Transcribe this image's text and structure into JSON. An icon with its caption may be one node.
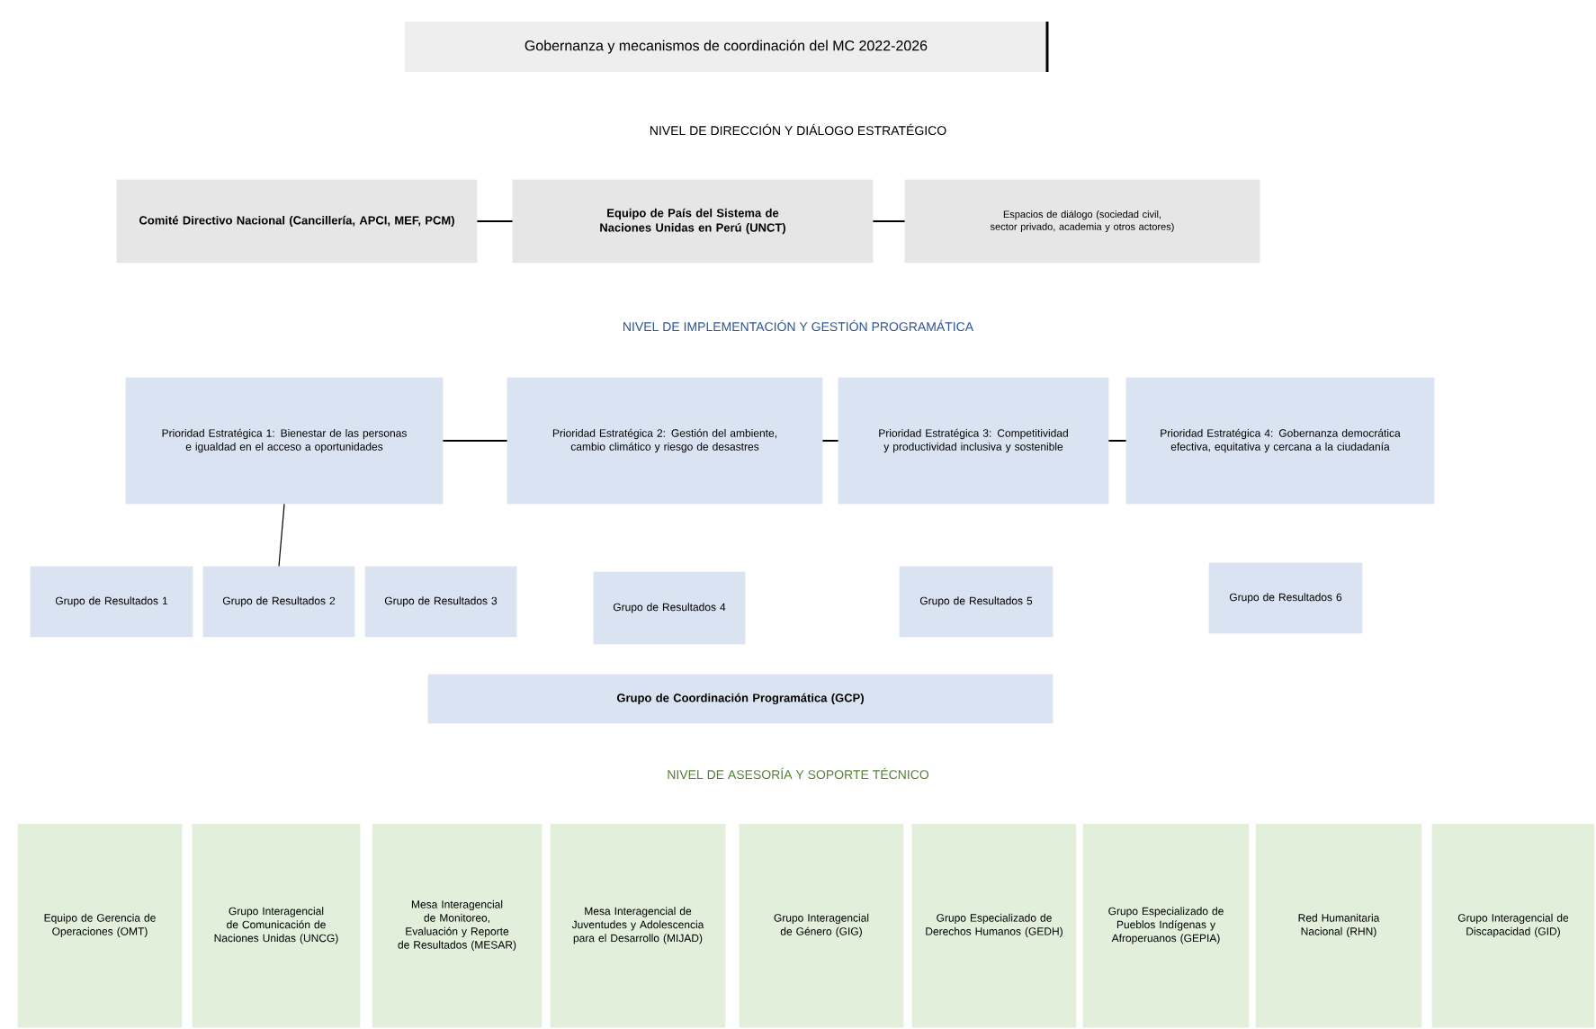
{
  "diagram": {
    "title": "Gobernanza y mecanismos de coordinación del MC 2022-2026",
    "nodes": [
      {
        "text": [
          "Comité Directivo Nacional (Cancillería, APCI, MEF, PCM)"
        ]
      },
      {
        "text": [
          "Equipo de País del Sistema de Naciones Unidas en Perú (UNCT)"
        ]
      },
      {
        "text": [
          "Espacios de diálogo (sociedad civil, sector privado, academia y otros actores)"
        ]
      },
      {
        "text": [
          "Prioridad Estratégica 1: Bienestar de las personas e igualdad en el acceso a oportunidades"
        ]
      },
      {
        "text": [
          "Prioridad Estratégica 2: Gestión del ambiente, cambio climático y riesgo de desastres"
        ]
      },
      {
        "text": [
          "Prioridad Estratégica 3: Competitividad y productividad inclusiva y sostenible"
        ]
      },
      {
        "text": [
          "Prioridad Estratégica 4: Gobernanza democrática efectiva, equitativa y cercana a la ciudadanía"
        ]
      },
      {
        "text": [
          "Grupo de Resultados 1"
        ]
      },
      {
        "text": [
          "Grupo de Resultados 2"
        ]
      },
      {
        "text": [
          "Grupo de Resultados 3"
        ]
      },
      {
        "text": [
          "Grupo de Resultados 4"
        ]
      },
      {
        "text": [
          "Grupo de Resultados 5"
        ]
      },
      {
        "text": [
          "Grupo de Resultados 6"
        ]
      },
      {
        "text": [
          "Grupo de Coordinación Programática (GCP)"
        ]
      },
      {
        "text": [
          "Equipo de Gerencia de Operaciones (OMT)"
        ]
      },
      {
        "text": [
          "Grupo Interagencial de Comunicación de Naciones Unidas (UNCG)"
        ]
      },
      {
        "text": [
          "Mesa Interagencial de Monitoreo, Evaluación y Reporte de Resultados (MESAR)"
        ]
      },
      {
        "text": [
          "Mesa Interagencial de Juventudes y Adolescencia para el Desarrollo (MIJAD)"
        ]
      },
      {
        "text": [
          "Grupo Interagencial de Género (GIG)"
        ]
      },
      {
        "text": [
          "Grupo Especializado de Derechos Humanos (GEDH)"
        ]
      },
      {
        "text": [
          "Grupo Especializado de Pueblos Indígenas y Afroperuanos (GEPIA)"
        ]
      },
      {
        "text": [
          "Red Humanitaria Nacional (RHN)"
        ]
      },
      {
        "text": [
          "Grupo Interagencial de Discapacidad (GID)"
        ]
      }
    ],
    "edges": [
      {
        "from": 0,
        "to": 1,
        "arrow": "none"
      },
      {
        "from": 1,
        "to": 2,
        "arrow": "none"
      },
      {
        "from": 3,
        "to": 4,
        "arrow": "none"
      },
      {
        "from": 4,
        "to": 5,
        "arrow": "none"
      },
      {
        "from": 5,
        "to": 6,
        "arrow": "none"
      },
      {
        "from": 3,
        "to": 8,
        "arrow": "none"
      }
    ],
    "labels": [
      "NIVEL DE DIRECCIÓN Y DIÁLOGO ESTRATÉGICO",
      "NIVEL DE IMPLEMENTACIÓN Y GESTIÓN PROGRAMÁTICA",
      "NIVEL DE ASESORÍA Y SOPORTE TÉCNICO"
    ]
  }
}
